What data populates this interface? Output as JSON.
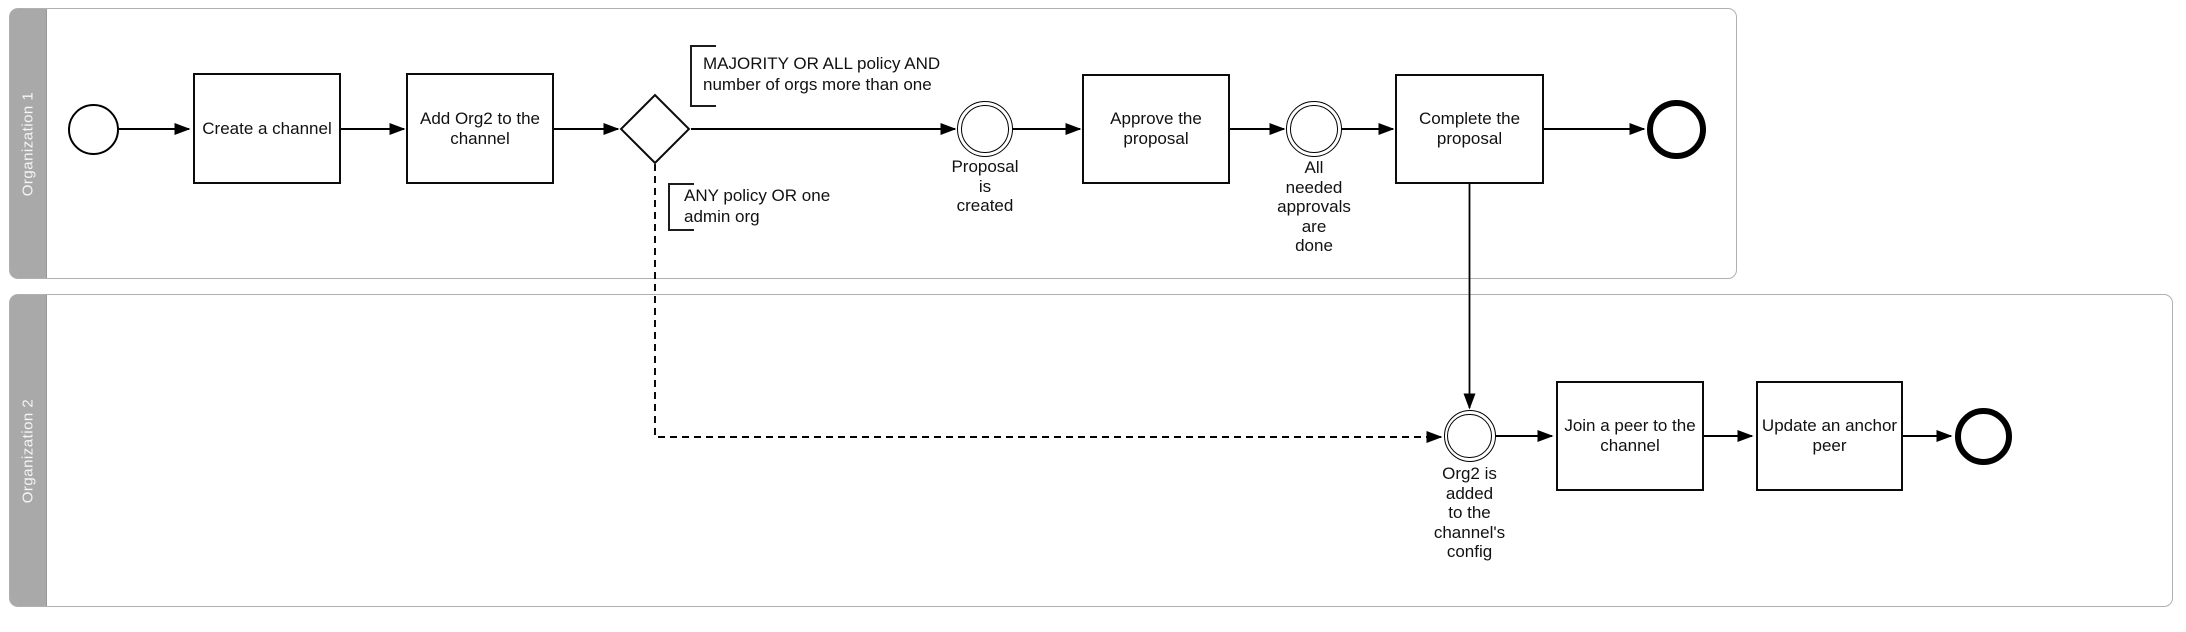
{
  "diagram": {
    "kind": "BPMN swimlane flowchart",
    "colors": {
      "background": "#ffffff",
      "shape_stroke": "#000000",
      "lane_border": "#b0b0b0",
      "lane_label_bg": "#a9a9a9",
      "lane_label_text": "#f5f5f5"
    }
  },
  "lanes": [
    {
      "label": "Organization 1"
    },
    {
      "label": "Organization 2"
    }
  ],
  "tasks": [
    {
      "label": "Create a channel"
    },
    {
      "label": "Add Org2 to the\nchannel"
    },
    {
      "label": "Approve the\nproposal"
    },
    {
      "label": "Complete the\nproposal"
    },
    {
      "label": "Join a peer to the\nchannel"
    },
    {
      "label": "Update an anchor\npeer"
    }
  ],
  "events": [
    {
      "name": "start-event",
      "label": ""
    },
    {
      "name": "proposal-created-event",
      "label": "Proposal\nis\ncreated"
    },
    {
      "name": "approvals-done-event",
      "label": "All\nneeded\napprovals\nare\ndone"
    },
    {
      "name": "end-event-org1",
      "label": ""
    },
    {
      "name": "org2-added-event",
      "label": "Org2 is\nadded\nto the\nchannel's\nconfig"
    },
    {
      "name": "end-event-org2",
      "label": ""
    }
  ],
  "gateway": {
    "type": "exclusive",
    "label": ""
  },
  "annotations": [
    {
      "text": "MAJORITY OR ALL policy AND\nnumber of orgs more than one"
    },
    {
      "text": "ANY policy OR one\nadmin org"
    }
  ]
}
